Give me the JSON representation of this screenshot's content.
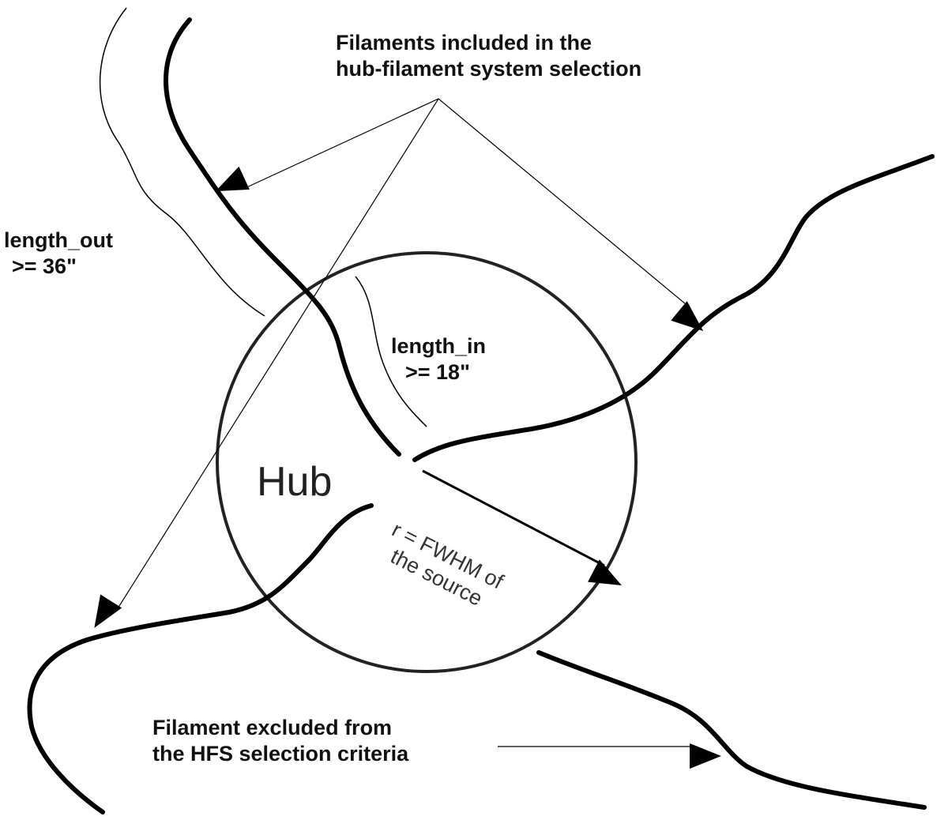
{
  "labels": {
    "included_line1": "Filaments included in the",
    "included_line2": "hub-filament system selection",
    "length_out_line1": "length_out",
    "length_out_line2": ">= 36\"",
    "length_in_line1": "length_in",
    "length_in_line2": ">= 18\"",
    "hub": "Hub",
    "radius_line1": "r = FWHM of",
    "radius_line2": "the source",
    "excluded_line1": "Filament excluded from",
    "excluded_line2": "the HFS selection criteria"
  },
  "colors": {
    "stroke": "#000000",
    "circle": "#222222"
  }
}
